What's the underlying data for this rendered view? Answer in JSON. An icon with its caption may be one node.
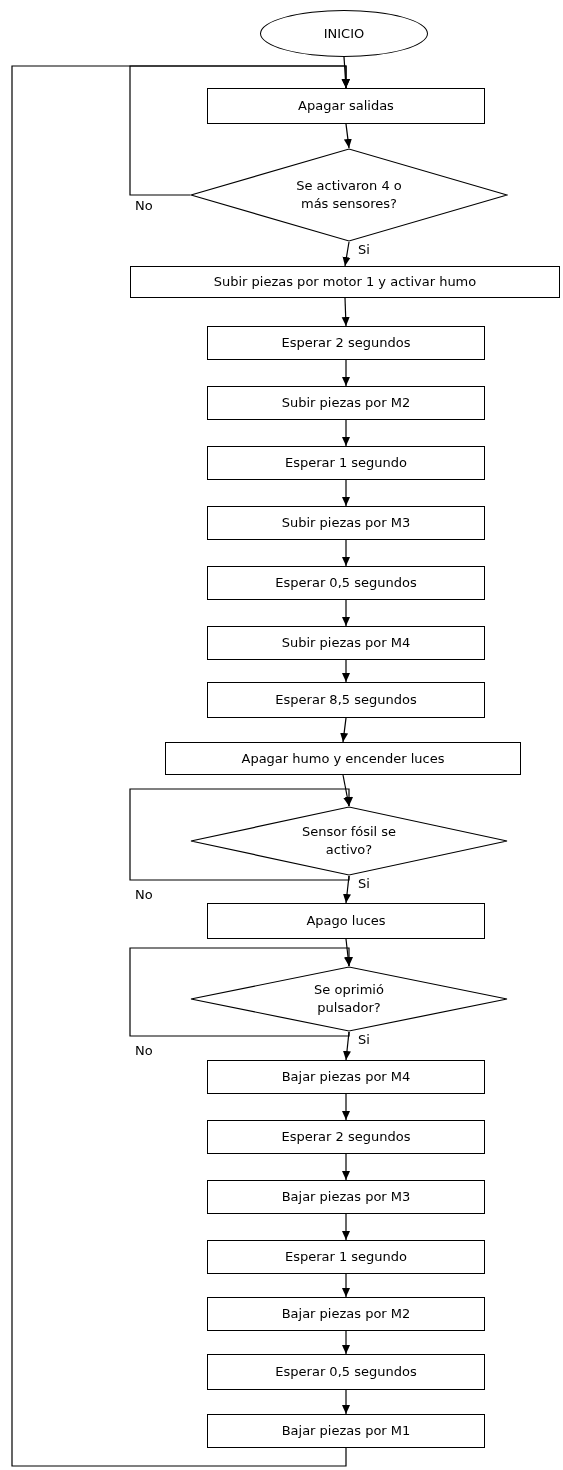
{
  "diagram": {
    "nodes": [
      {
        "text": [
          "INICIO"
        ]
      },
      {
        "text": [
          "Apagar salidas"
        ]
      },
      {
        "text": [
          "Se activaron 4 o más sensores?"
        ]
      },
      {
        "text": [
          "Subir piezas por motor 1 y activar humo"
        ]
      },
      {
        "text": [
          "Esperar 2 segundos"
        ]
      },
      {
        "text": [
          "Subir piezas por M2"
        ]
      },
      {
        "text": [
          "Esperar 1 segundo"
        ]
      },
      {
        "text": [
          "Subir piezas por M3"
        ]
      },
      {
        "text": [
          "Esperar 0,5 segundos"
        ]
      },
      {
        "text": [
          "Subir piezas por M4"
        ]
      },
      {
        "text": [
          "Esperar 8,5 segundos"
        ]
      },
      {
        "text": [
          "Apagar humo y encender luces"
        ]
      },
      {
        "text": [
          "Sensor fósil se activo?"
        ]
      },
      {
        "text": [
          "Apago luces"
        ]
      },
      {
        "text": [
          "Se oprimió pulsador?"
        ]
      },
      {
        "text": [
          "Bajar piezas por M4"
        ]
      },
      {
        "text": [
          "Esperar 2 segundos"
        ]
      },
      {
        "text": [
          "Bajar piezas por M3"
        ]
      },
      {
        "text": [
          "Esperar 1 segundo"
        ]
      },
      {
        "text": [
          "Bajar piezas por M2"
        ]
      },
      {
        "text": [
          "Esperar 0,5 segundos"
        ]
      },
      {
        "text": [
          "Bajar piezas por M1"
        ]
      }
    ],
    "edges": [
      {
        "from": 0,
        "to": 1,
        "arrow": "to"
      },
      {
        "from": 1,
        "to": 2,
        "arrow": "to"
      },
      {
        "from": 2,
        "to": 3,
        "label": "Si",
        "arrow": "to"
      },
      {
        "from": 2,
        "to": 1,
        "label": "No",
        "arrow": "to"
      },
      {
        "from": 3,
        "to": 4,
        "arrow": "to"
      },
      {
        "from": 4,
        "to": 5,
        "arrow": "to"
      },
      {
        "from": 5,
        "to": 6,
        "arrow": "to"
      },
      {
        "from": 6,
        "to": 7,
        "arrow": "to"
      },
      {
        "from": 7,
        "to": 8,
        "arrow": "to"
      },
      {
        "from": 8,
        "to": 9,
        "arrow": "to"
      },
      {
        "from": 9,
        "to": 10,
        "arrow": "to"
      },
      {
        "from": 10,
        "to": 11,
        "arrow": "to"
      },
      {
        "from": 11,
        "to": 12,
        "arrow": "to"
      },
      {
        "from": 12,
        "to": 13,
        "label": "Si",
        "arrow": "to"
      },
      {
        "from": 12,
        "to": 12,
        "label": "No",
        "arrow": "to"
      },
      {
        "from": 13,
        "to": 14,
        "arrow": "to"
      },
      {
        "from": 14,
        "to": 15,
        "label": "Si",
        "arrow": "to"
      },
      {
        "from": 14,
        "to": 14,
        "label": "No",
        "arrow": "to"
      },
      {
        "from": 15,
        "to": 16,
        "arrow": "to"
      },
      {
        "from": 16,
        "to": 17,
        "arrow": "to"
      },
      {
        "from": 17,
        "to": 18,
        "arrow": "to"
      },
      {
        "from": 18,
        "to": 19,
        "arrow": "to"
      },
      {
        "from": 19,
        "to": 20,
        "arrow": "to"
      },
      {
        "from": 20,
        "to": 21,
        "arrow": "to"
      },
      {
        "from": 21,
        "to": 1,
        "arrow": "to"
      }
    ]
  }
}
